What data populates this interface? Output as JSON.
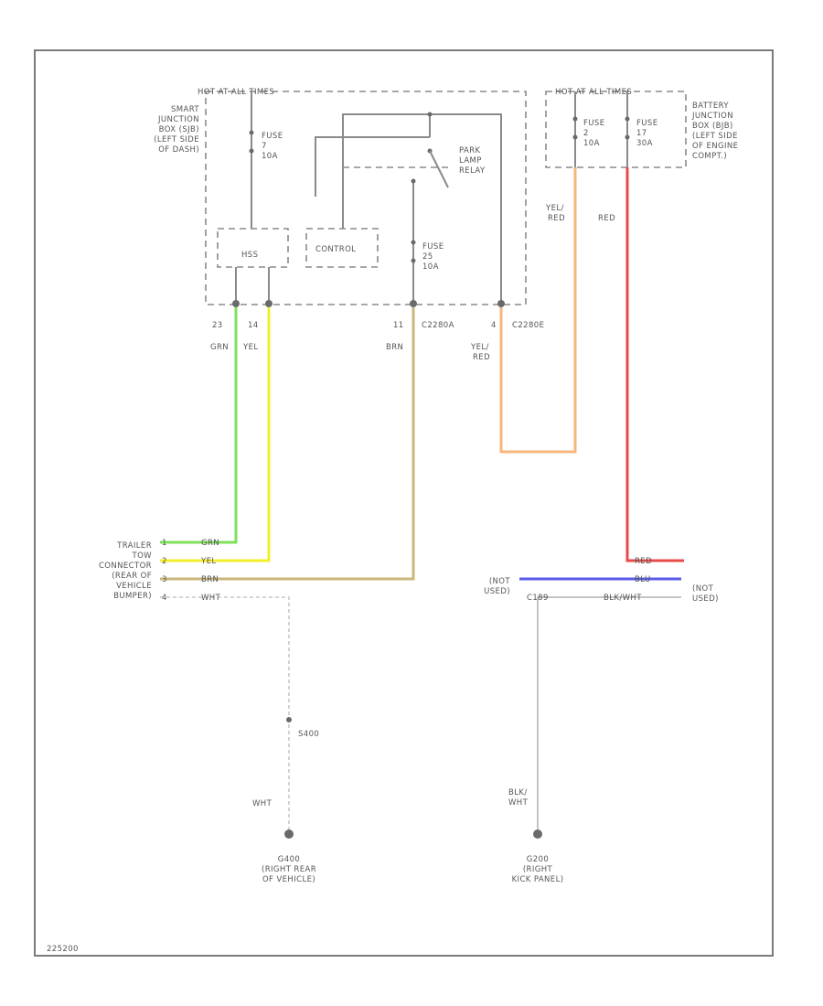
{
  "diagram_id": "225200",
  "colors": {
    "grn": "#7fe05a",
    "yel": "#f2ef2a",
    "brn": "#c9b77a",
    "yel_red": "#f7b67a",
    "red": "#e84a4a",
    "blu": "#5a5ae6",
    "wht": "#d4d4d4",
    "blk_wht": "#c4c4c4",
    "frame": "#7a7a7a",
    "line": "#8a8a8a"
  },
  "smart_junction": {
    "hot_at_all_times": "HOT AT ALL TIMES",
    "desc": [
      "SMART",
      "JUNCTION",
      "BOX (SJB)",
      "(LEFT SIDE",
      "OF DASH)"
    ],
    "fuse7": [
      "FUSE",
      "7",
      "10A"
    ],
    "relay": [
      "PARK",
      "LAMP",
      "RELAY"
    ],
    "hss": "HSS",
    "control": "CONTROL",
    "fuse25": [
      "FUSE",
      "25",
      "10A"
    ]
  },
  "battery_junction": {
    "hot_at_all_times": "HOT AT ALL TIMES",
    "desc": [
      "BATTERY",
      "JUNCTION",
      "BOX (BJB)",
      "(LEFT SIDE",
      "OF ENGINE",
      "COMPT.)"
    ],
    "fuse2": [
      "FUSE",
      "2",
      "10A"
    ],
    "fuse17": [
      "FUSE",
      "17",
      "30A"
    ]
  },
  "pins": {
    "p23": "23",
    "p14": "14",
    "p11": "11",
    "c2280a": "C2280A",
    "p4": "4",
    "c2280e": "C2280E"
  },
  "wire_labels": {
    "grn": "GRN",
    "yel": "YEL",
    "brn": "BRN",
    "yel_red_1": [
      "YEL/",
      "RED"
    ],
    "yel_red_2": [
      "YEL/",
      "RED"
    ],
    "red": "RED",
    "wht_vert": "WHT",
    "blk_wht": [
      "BLK/",
      "WHT"
    ]
  },
  "trailer_connector": {
    "desc": [
      "TRAILER",
      "TOW",
      "CONNECTOR",
      "(REAR OF",
      "VEHICLE",
      "BUMPER)"
    ],
    "pins": [
      "1",
      "2",
      "3",
      "4"
    ],
    "wires": [
      "GRN",
      "YEL",
      "BRN",
      "WHT"
    ]
  },
  "not_used_connector": {
    "left": [
      "(NOT",
      "USED)"
    ],
    "right": [
      "(NOT",
      "USED)"
    ],
    "red": "RED",
    "blu": "BLU",
    "s_label": "C189",
    "blk_wht": "BLK/WHT"
  },
  "ground_g400": {
    "splice": "S400",
    "name": "G400",
    "desc": [
      "(RIGHT REAR",
      "OF VEHICLE)"
    ]
  },
  "ground_g200": {
    "name": "G200",
    "desc": [
      "(RIGHT",
      "KICK PANEL)"
    ]
  }
}
